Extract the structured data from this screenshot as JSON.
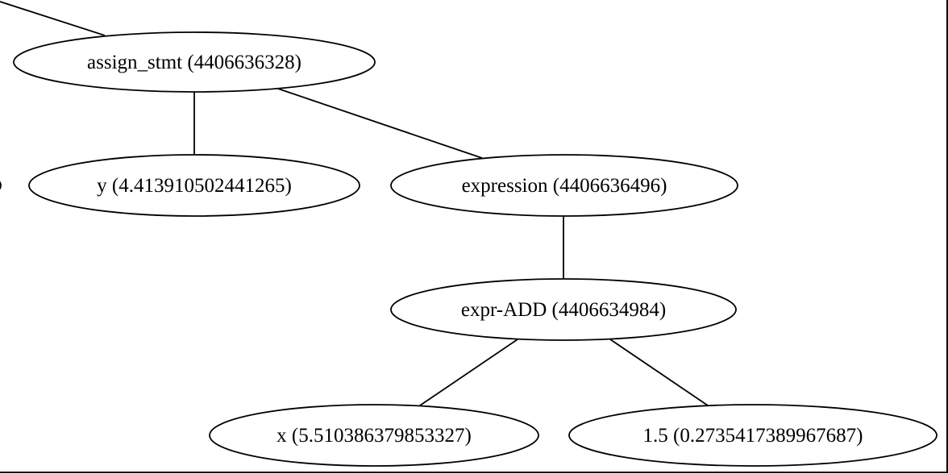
{
  "graph": {
    "nodes": [
      {
        "id": "assign_stmt",
        "label": "assign_stmt (4406636328)"
      },
      {
        "id": "y",
        "label": "y (4.413910502441265)"
      },
      {
        "id": "expression",
        "label": "expression (4406636496)"
      },
      {
        "id": "expr_add",
        "label": "expr-ADD (4406634984)"
      },
      {
        "id": "x",
        "label": "x (5.510386379853327)"
      },
      {
        "id": "const_1_5",
        "label": "1.5 (0.2735417389967687)"
      }
    ],
    "edges": [
      {
        "from": "assign_stmt",
        "to": "y"
      },
      {
        "from": "assign_stmt",
        "to": "expression"
      },
      {
        "from": "expression",
        "to": "expr_add"
      },
      {
        "from": "expr_add",
        "to": "x"
      },
      {
        "from": "expr_add",
        "to": "const_1_5"
      }
    ]
  }
}
